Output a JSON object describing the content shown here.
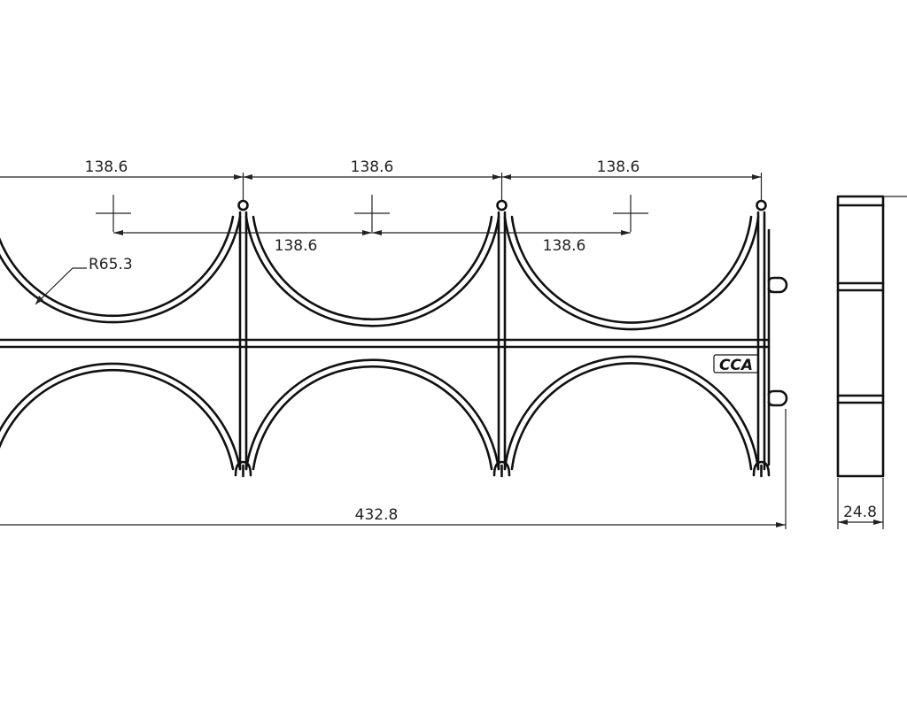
{
  "dimensions": {
    "top_spans": [
      "138.6",
      "138.6",
      "138.6"
    ],
    "center_spans": [
      "138.6",
      "138.6"
    ],
    "radius_label": "R65.3",
    "overall_length": "432.8",
    "side_width": "24.8"
  },
  "logo": "CCA"
}
